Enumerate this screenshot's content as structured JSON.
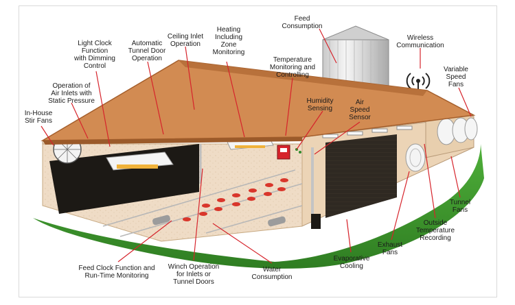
{
  "labels": {
    "feed_consumption": [
      "Feed",
      "Consumption"
    ],
    "wireless_communication": [
      "Wireless",
      "Communication"
    ],
    "variable_speed_fans": [
      "Variable",
      "Speed",
      "Fans"
    ],
    "ceiling_inlet_operation": [
      "Ceiling Inlet",
      "Operation"
    ],
    "heating_zone_monitoring": [
      "Heating",
      "Including",
      "Zone",
      "Monitoring"
    ],
    "automatic_tunnel_door": [
      "Automatic",
      "Tunnel Door",
      "Operation"
    ],
    "light_clock_dimming": [
      "Light Clock",
      "Function",
      "with Dimming",
      "Control"
    ],
    "temperature_monitoring": [
      "Temperature",
      "Monitoring and",
      "Controlling"
    ],
    "air_inlets_static_pressure": [
      "Operation of",
      "Air Inlets with",
      "Static Pressure"
    ],
    "in_house_stir_fans": [
      "In-House",
      "Stir Fans"
    ],
    "humidity_sensing": [
      "Humidity",
      "Sensing"
    ],
    "air_speed_sensor": [
      "Air",
      "Speed",
      "Sensor"
    ],
    "tunnel_fans": [
      "Tunnel",
      "Fans"
    ],
    "outside_temperature": [
      "Outside",
      "Temperature",
      "Recording"
    ],
    "exhaust_fans": [
      "Exhaust",
      "Fans"
    ],
    "evaporative_cooling": [
      "Evaporative",
      "Cooling"
    ],
    "water_consumption": [
      "Water",
      "Consumption"
    ],
    "winch_operation": [
      "Winch Operation",
      "for Inlets or",
      "Tunnel Doors"
    ],
    "feed_clock_function": [
      "Feed Clock Function and",
      "Run-Time Monitoring"
    ]
  },
  "colors": {
    "roof": "#d28b52",
    "roof_edge": "#b46e3a",
    "wall_interior": "#f1dcc3",
    "wall_exterior": "#efd7bb",
    "curtain": "#1c1915",
    "evap_pad": "#302a22",
    "feeder": "#d9362b",
    "pointer": "#d6232b",
    "grass": "#3f9a2f",
    "silo": "#e9e9e9"
  },
  "icons": {
    "silo": "feed-silo-icon",
    "wireless": "wireless-antenna-icon",
    "fan": "stir-fan-icon",
    "heater": "heater-icon",
    "controller": "controller-box-icon"
  }
}
